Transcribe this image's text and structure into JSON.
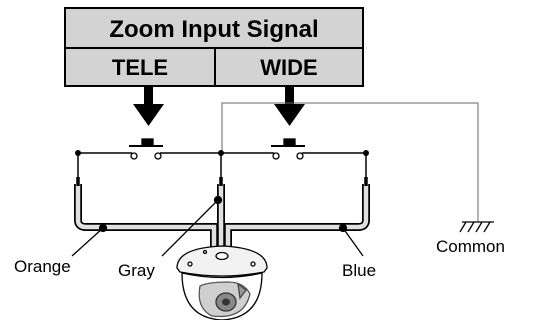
{
  "header": {
    "title": "Zoom Input Signal",
    "tele": "TELE",
    "wide": "WIDE"
  },
  "labels": {
    "orange": "Orange",
    "gray": "Gray",
    "blue": "Blue",
    "common": "Common"
  },
  "colors": {
    "header_fill": "#d3d3d3",
    "line": "#000000",
    "thin_line": "#666666",
    "cable_fill": "#e0e0e0"
  }
}
